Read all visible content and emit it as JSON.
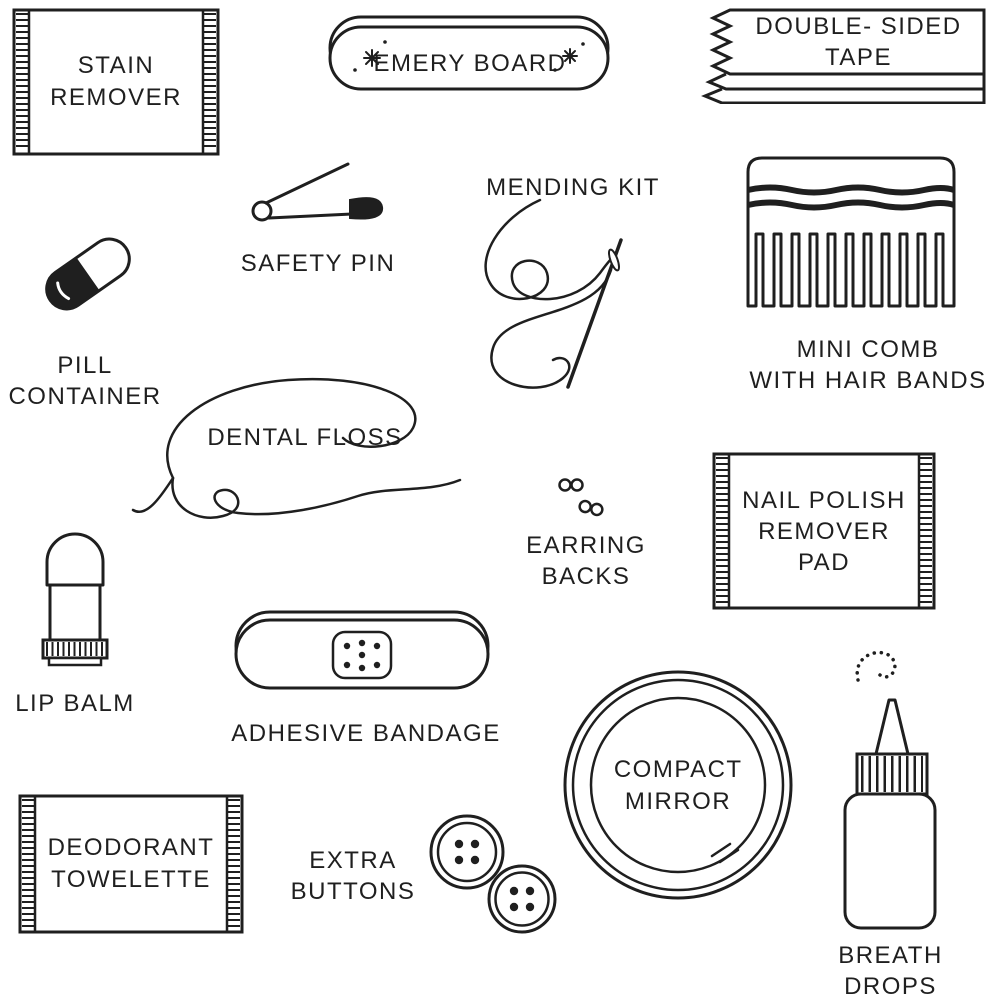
{
  "page": {
    "background": "#ffffff",
    "ink": "#1f1f1f"
  },
  "labels": {
    "stain_remover": {
      "line1": "STAIN",
      "line2": "REMOVER"
    },
    "emery_board": {
      "line1": "EMERY BOARD"
    },
    "double_sided_tape": {
      "line1": "DOUBLE-",
      "line2": "SIDED TAPE"
    },
    "safety_pin": {
      "line1": "SAFETY PIN"
    },
    "mending_kit": {
      "line1": "MENDING KIT"
    },
    "mini_comb": {
      "line1": "MINI COMB",
      "line2": "WITH HAIR BANDS"
    },
    "pill_container": {
      "line1": "PILL",
      "line2": "CONTAINER"
    },
    "dental_floss": {
      "line1": "DENTAL FLOSS"
    },
    "earring_backs": {
      "line1": "EARRING",
      "line2": "BACKS"
    },
    "nail_polish_pad": {
      "line1": "NAIL POLISH",
      "line2": "REMOVER",
      "line3": "PAD"
    },
    "lip_balm": {
      "line1": "LIP BALM"
    },
    "adhesive_bandage": {
      "line1": "ADHESIVE BANDAGE"
    },
    "compact_mirror": {
      "line1": "COMPACT",
      "line2": "MIRROR"
    },
    "breath_drops": {
      "line1": "BREATH",
      "line2": "DROPS"
    },
    "deodorant_towelette": {
      "line1": "DEODORANT",
      "line2": "TOWELETTE"
    },
    "extra_buttons": {
      "line1": "EXTRA",
      "line2": "BUTTONS"
    }
  }
}
